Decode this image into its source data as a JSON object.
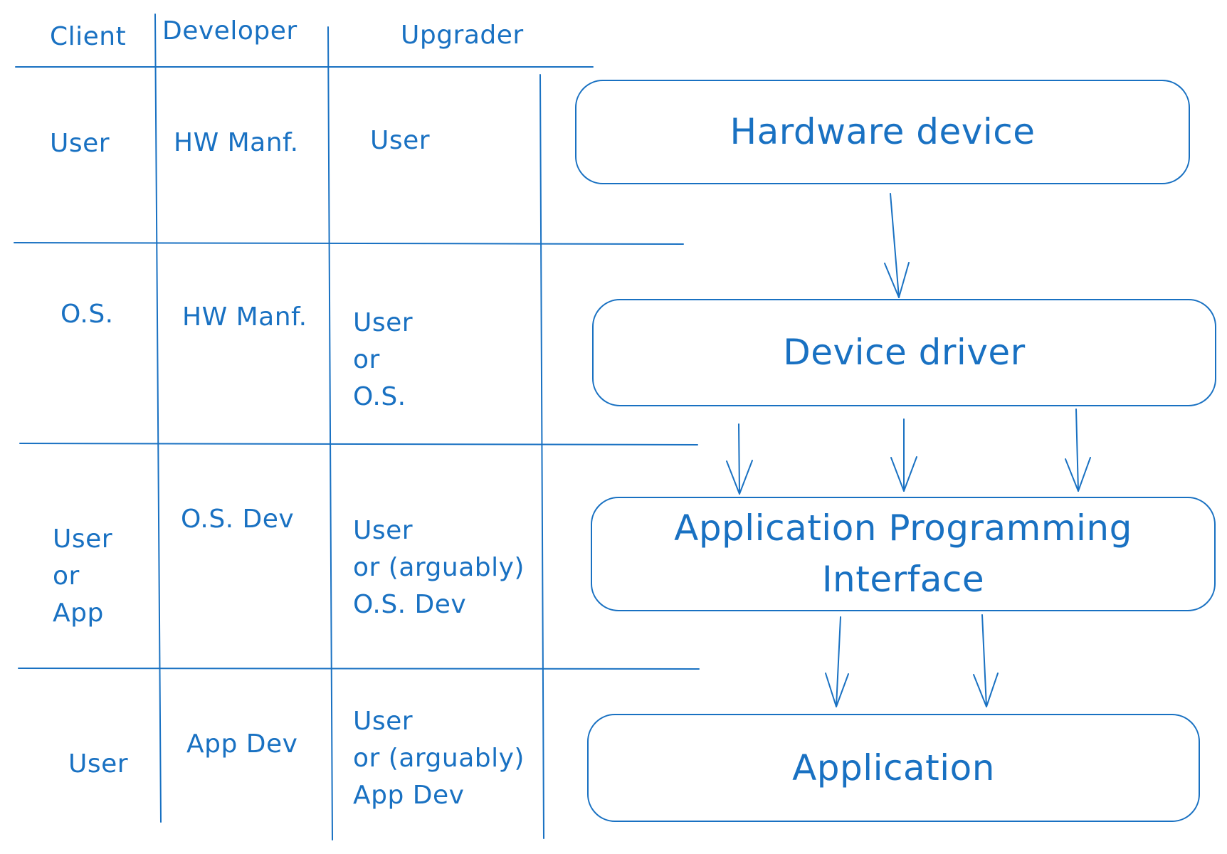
{
  "table": {
    "headers": {
      "client": "Client",
      "developer": "Developer",
      "upgrader": "Upgrader"
    },
    "rows": [
      {
        "client": "User",
        "developer": "HW Manf.",
        "upgrader": "User"
      },
      {
        "client": "O.S.",
        "developer": "HW Manf.",
        "upgrader_lines": [
          "User",
          "or",
          "O.S."
        ]
      },
      {
        "client_lines": [
          "User",
          "or",
          "App"
        ],
        "developer": "O.S. Dev",
        "upgrader_lines": [
          "User",
          "or (arguably)",
          "O.S. Dev"
        ]
      },
      {
        "client": "User",
        "developer": "App Dev",
        "upgrader_lines": [
          "User",
          "or (arguably)",
          "App Dev"
        ]
      }
    ]
  },
  "flow": {
    "boxes": [
      {
        "label": "Hardware device"
      },
      {
        "label": "Device driver"
      },
      {
        "label_lines": [
          "Application Programming",
          "Interface"
        ]
      },
      {
        "label": "Application"
      }
    ]
  },
  "colors": {
    "stroke": "#1971c2",
    "background": "#ffffff"
  }
}
